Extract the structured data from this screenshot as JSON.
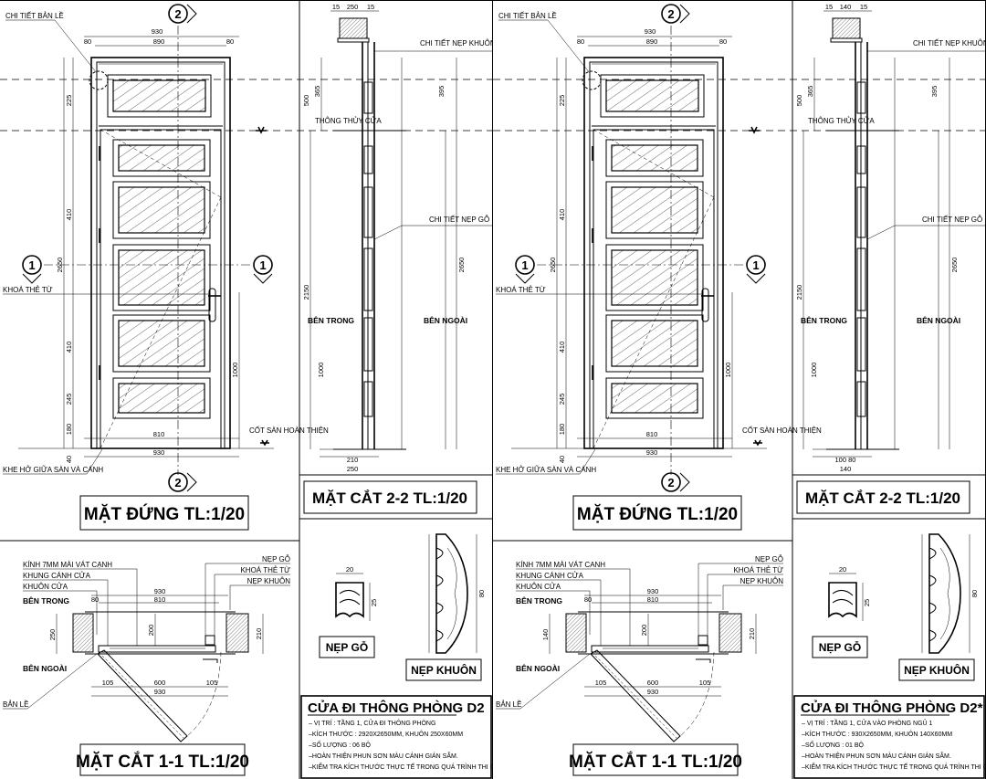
{
  "sheets": [
    {
      "elevation_title": "MẶT ĐỨNG  TL:1/20",
      "section22_title": "MẶT CẮT 2-2  TL:1/20",
      "section11_title": "MẶT CẮT 1-1  TL:1/20",
      "axis_1": "1",
      "axis_2": "2",
      "labels": {
        "hinge_detail": "CHI TIẾT BẢN LỀ",
        "frame_trim_detail": "CHI TIẾT NẸP KHUÔN",
        "clear_opening": "THÔNG THỦY CỬA",
        "wood_trim_detail": "CHI TIẾT NẸP GỖ",
        "card_lock": "KHOÁ THẺ TỪ",
        "inside": "BÊN TRONG",
        "outside": "BÊN NGOÀI",
        "finished_floor": "CỐT SÀN HOÀN THIỆN",
        "floor_gap": "KHE HỞ GIỮA SÀN VÀ CÁNH",
        "glass": "KÍNH 7MM MÀI VÁT CẠNH",
        "leaf_frame": "KHUNG CÁNH CỬA",
        "door_frame": "KHUÔN CỬA",
        "hinge": "BẢN LỀ",
        "wood_trim": "NẸP GỖ",
        "frame_trim": "NẸP KHUÔN"
      },
      "dims": {
        "overall_width": "930",
        "inner_width": "890",
        "frame_side": "80",
        "leaf_width": "810",
        "overall_height": "2650",
        "leaf_height": "2150",
        "lock_height": "1000",
        "transom": "500",
        "transom_a": "365",
        "transom_b": "395",
        "panel_a": "225",
        "panel_b": "410",
        "panel_c": "245",
        "panel_d": "180",
        "gap": "40",
        "s11_leaf": "600",
        "s11_wall": "250",
        "s11_open": "200",
        "s11_trim": "210",
        "s11_side": "105",
        "s22_top": [
          "15",
          "250",
          "15"
        ],
        "s22_bottom": [
          "210",
          "250"
        ],
        "trim_h": "80",
        "trim_w": "20",
        "trim_d": "25"
      },
      "notes": {
        "title": "CỬA ĐI THÔNG PHÒNG D2",
        "lines": [
          "– VỊ TRÍ : TẦNG 1, CỬA ĐI THÔNG PHÒNG",
          "–KÍCH THƯỚC : 2920X2650MM, KHUÔN 250X60MM",
          "–SỐ LƯỢNG : 06 BỘ",
          "–HOÀN THIỆN PHUN SƠN MÀU CÁNH GIÁN SẪM.",
          "–KIỂM TRA KÍCH THƯỚC THỰC TẾ TRONG QUÁ TRÌNH THI CÔNG."
        ]
      }
    },
    {
      "elevation_title": "MẶT ĐỨNG  TL:1/20",
      "section22_title": "MẶT CẮT 2-2  TL:1/20",
      "section11_title": "MẶT CẮT 1-1  TL:1/20",
      "axis_1": "1",
      "axis_2": "2",
      "labels": {
        "hinge_detail": "CHI TIẾT BẢN LỀ",
        "frame_trim_detail": "CHI TIẾT NẸP KHUÔN",
        "clear_opening": "THÔNG THỦY CỬA",
        "wood_trim_detail": "CHI TIẾT NẸP GỖ",
        "card_lock": "KHOÁ THẺ TỪ",
        "inside": "BÊN TRONG",
        "outside": "BÊN NGOÀI",
        "finished_floor": "CỐT SÀN HOÀN THIỆN",
        "floor_gap": "KHE HỞ GIỮA SÀN VÀ CÁNH",
        "glass": "KÍNH 7MM MÀI VÁT CANH",
        "leaf_frame": "KHUNG CÁNH CỬA",
        "door_frame": "KHUÔN CỬA",
        "hinge": "BẢN LỀ",
        "wood_trim": "NẸP GỖ",
        "frame_trim": "NẸP KHUÔN"
      },
      "dims": {
        "overall_width": "930",
        "inner_width": "890",
        "frame_side": "80",
        "leaf_width": "810",
        "overall_height": "2650",
        "leaf_height": "2150",
        "lock_height": "1000",
        "transom": "500",
        "transom_a": "365",
        "transom_b": "395",
        "panel_a": "225",
        "panel_b": "410",
        "panel_c": "245",
        "panel_d": "180",
        "gap": "40",
        "s11_leaf": "600",
        "s11_wall": "140",
        "s11_open": "200",
        "s11_trim": "210",
        "s11_side": "105",
        "s22_top": [
          "15",
          "140",
          "15"
        ],
        "s22_bottom": [
          "100 80",
          "140"
        ],
        "trim_h": "80",
        "trim_w": "20",
        "trim_d": "25"
      },
      "notes": {
        "title": "CỬA ĐI THÔNG PHÒNG D2*",
        "lines": [
          "– VỊ TRÍ : TẦNG 1, CỬA VÀO PHÒNG NGỦ 1",
          "–KÍCH THƯỚC : 930X2650MM, KHUÔN 140X60MM",
          "–SỐ LƯỢNG : 01 BỘ",
          "–HOÀN THIỆN PHUN SƠN MÀU CÁNH GIÁN SẪM.",
          "–KIỂM TRA KÍCH THƯỚC THỰC TẾ TRONG QUÁ TRÌNH THI CÔNG."
        ]
      }
    }
  ]
}
